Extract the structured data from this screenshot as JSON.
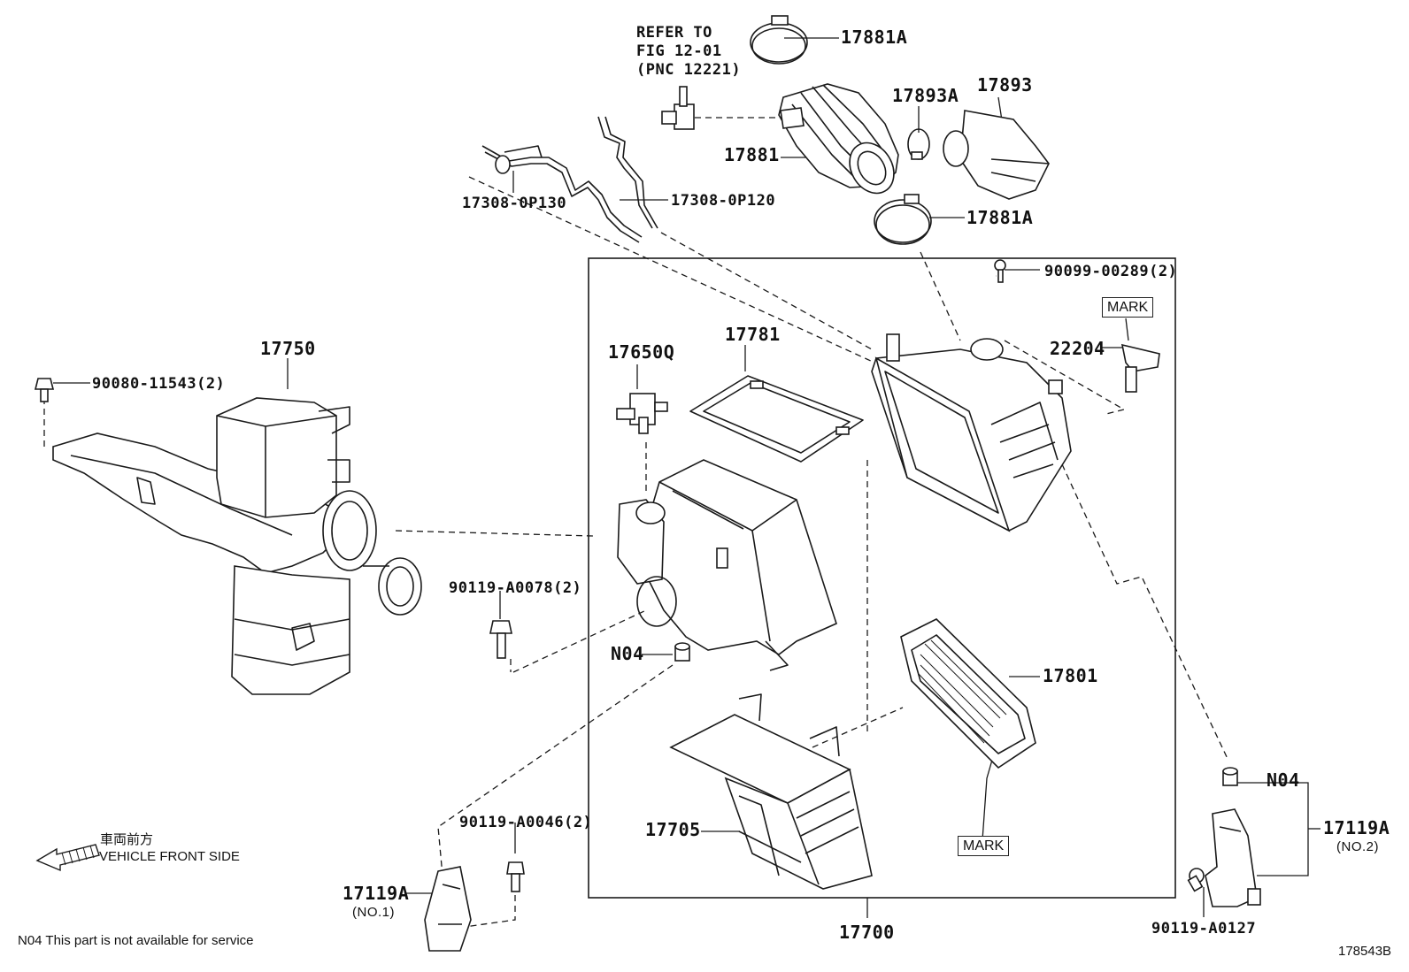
{
  "labels": {
    "refer_note": [
      "REFER TO",
      "FIG 12-01",
      "(PNC 12221)"
    ],
    "p17881A_top": "17881A",
    "p17893": "17893",
    "p17893A": "17893A",
    "p17881": "17881",
    "p17881A_bottom": "17881A",
    "p17308_0P130": "17308-0P130",
    "p17308_0P120": "17308-0P120",
    "p90099_00289": "90099-00289(2)",
    "mark_top": "MARK",
    "p22204": "22204",
    "p17750": "17750",
    "p90080_11543": "90080-11543(2)",
    "p17650Q": "17650Q",
    "p17781": "17781",
    "p90119_A0078": "90119-A0078(2)",
    "n04_center": "N04",
    "p17801": "17801",
    "p17705": "17705",
    "mark_bottom": "MARK",
    "p90119_A0046": "90119-A0046(2)",
    "p17119A_left": "17119A",
    "no1": "(NO.1)",
    "n04_right": "N04",
    "p17119A_right": "17119A",
    "no2": "(NO.2)",
    "p90119_A0127": "90119-A0127",
    "p17700": "17700",
    "front_jp": "車両前方",
    "front_en": "VEHICLE FRONT SIDE",
    "footnote": "N04 This part is not available for service",
    "figure_id": "178543B"
  },
  "icons": {
    "front_arrow": "hatched-arrow-left-icon"
  }
}
